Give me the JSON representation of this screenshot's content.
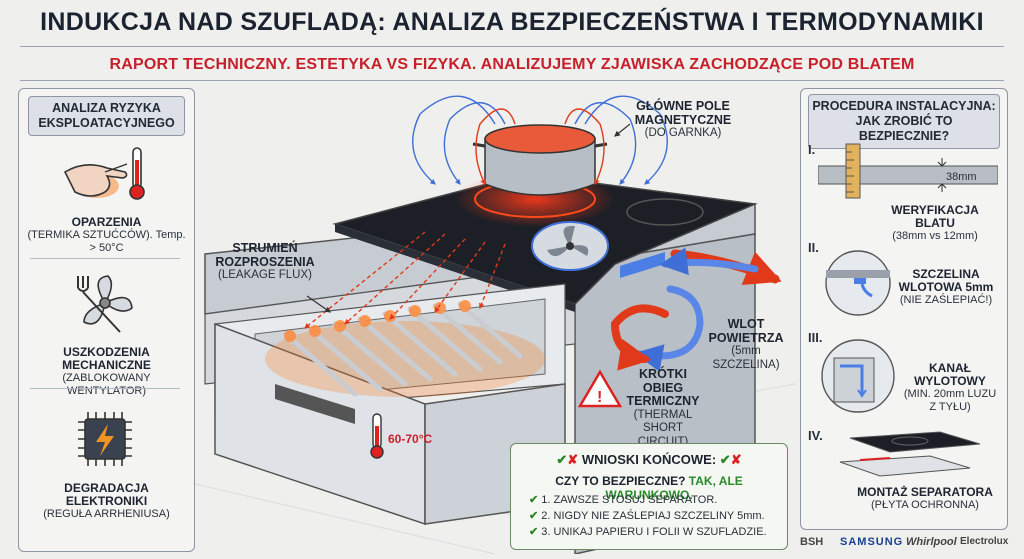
{
  "header": {
    "title": "INDUKCJA NAD SZUFLADĄ: ANALIZA BEZPIECZEŃSTWA I TERMODYNAMIKI",
    "subtitle": "RAPORT TECHNICZNY. ESTETYKA VS FIZYKA. ANALIZUJEMY ZJAWISKA ZACHODZĄCE POD BLATEM"
  },
  "left_panel": {
    "title": "ANALIZA RYZYKA EKSPLOATACYJNEGO",
    "risks": [
      {
        "title": "OPARZENIA",
        "desc": "(TERMIKA SZTUĆCÓW). Temp. > 50°C",
        "icon": "burn-hand-icon"
      },
      {
        "title": "USZKODZENIA MECHANICZNE",
        "desc": "(ZABLOKOWANY WENTYLATOR)",
        "icon": "fan-fork-icon"
      },
      {
        "title": "DEGRADACJA ELEKTRONIKI",
        "desc": "(REGUŁA ARRHENIUSA)",
        "icon": "chip-icon"
      }
    ]
  },
  "diagram": {
    "main_field_title": "GŁÓWNE POLE MAGNETYCZNE",
    "main_field_desc": "(DO GARNKA)",
    "leakage_title": "STRUMIEŃ ROZPROSZENIA",
    "leakage_desc": "(LEAKAGE FLUX)",
    "intake_title": "WLOT POWIETRZA",
    "intake_desc": "(5mm SZCZELINA)",
    "short_cycle_title": "KRÓTKI OBIEG TERMICZNY",
    "short_cycle_desc": "(THERMAL SHORT CIRCUIT)",
    "drawer_temp": "60-70°C"
  },
  "right_panel": {
    "title": "PROCEDURA INSTALACYJNA: JAK ZROBIĆ TO BEZPIECZNIE?",
    "steps": [
      {
        "num": "I.",
        "title": "WERYFIKACJA BLATU",
        "desc": "(38mm vs 12mm)",
        "measure": "38mm"
      },
      {
        "num": "II.",
        "title": "SZCZELINA WLOTOWA 5mm",
        "desc": "(NIE ZAŚLEPIAĆ!)"
      },
      {
        "num": "III.",
        "title": "KANAŁ WYLOTOWY",
        "desc": "(MIN. 20mm LUZU Z TYŁU)"
      },
      {
        "num": "IV.",
        "title": "MONTAŻ SEPARATORA",
        "desc": "(PŁYTA OCHRONNA)"
      }
    ]
  },
  "conclusions": {
    "title": "WNIOSKI KOŃCOWE:",
    "question": "CZY TO BEZPIECZNE?",
    "answer": "TAK, ALE WARUNKOWO.",
    "items": [
      "1. ZAWSZE STOSUJ SEPARATOR.",
      "2. NIGDY NIE ZAŚLEPIAJ SZCZELINY 5mm.",
      "3. UNIKAJ PAPIERU I FOLII W SZUFLADZIE."
    ]
  },
  "brands": [
    "BSH",
    "SAMSUNG",
    "Whirlpool",
    "Electrolux"
  ],
  "colors": {
    "accent_red": "#c8202a",
    "ok_green": "#2a8a2a",
    "field_blue": "#3f6fd6",
    "heat_orange": "#f07a1a"
  }
}
